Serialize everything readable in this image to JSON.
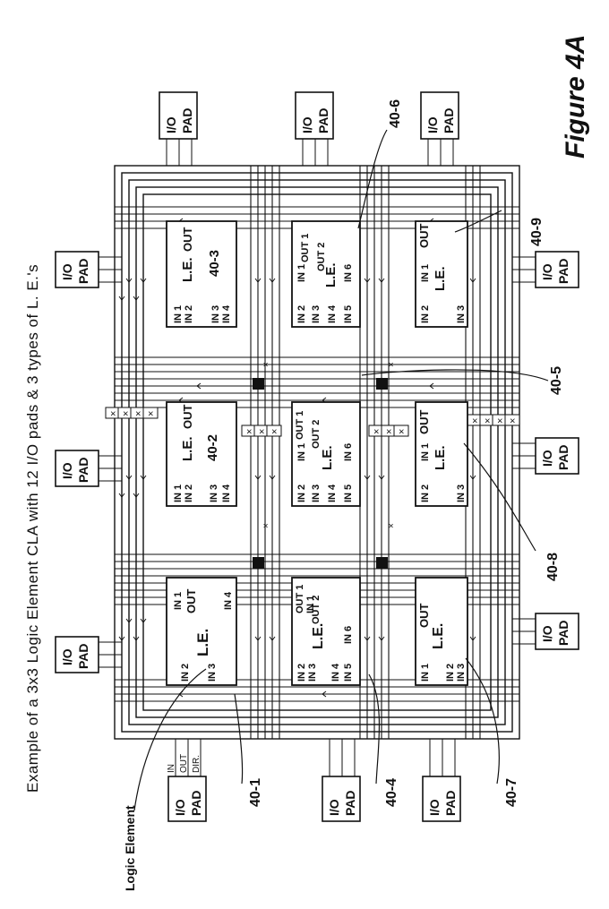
{
  "caption": "Example of a 3x3 Logic Element CLA with 12 I/O pads & 3 types of L. E.'s",
  "figure_label": "Figure 4A",
  "pad": {
    "line1": "I/O",
    "line2": "PAD"
  },
  "pad_signals": {
    "in": "IN",
    "out": "OUT",
    "dir": "DIR."
  },
  "logic_element_caption": "Logic Element",
  "le_title": "L.E.",
  "le_title_alt": "L.E.",
  "le_out": "OUT",
  "ref_labels": {
    "r1": "40-1",
    "r2": "40-2",
    "r3": "40-3",
    "r4": "40-4",
    "r5": "40-5",
    "r6": "40-6",
    "r7": "40-7",
    "r8": "40-8",
    "r9": "40-9"
  },
  "pins": {
    "in1": "IN 1",
    "in2": "IN 2",
    "in3": "IN 3",
    "in4": "IN 4",
    "in5": "IN 5",
    "in6": "IN 6",
    "out1": "OUT 1",
    "out2": "OUT 2"
  },
  "switch_mark": "×"
}
